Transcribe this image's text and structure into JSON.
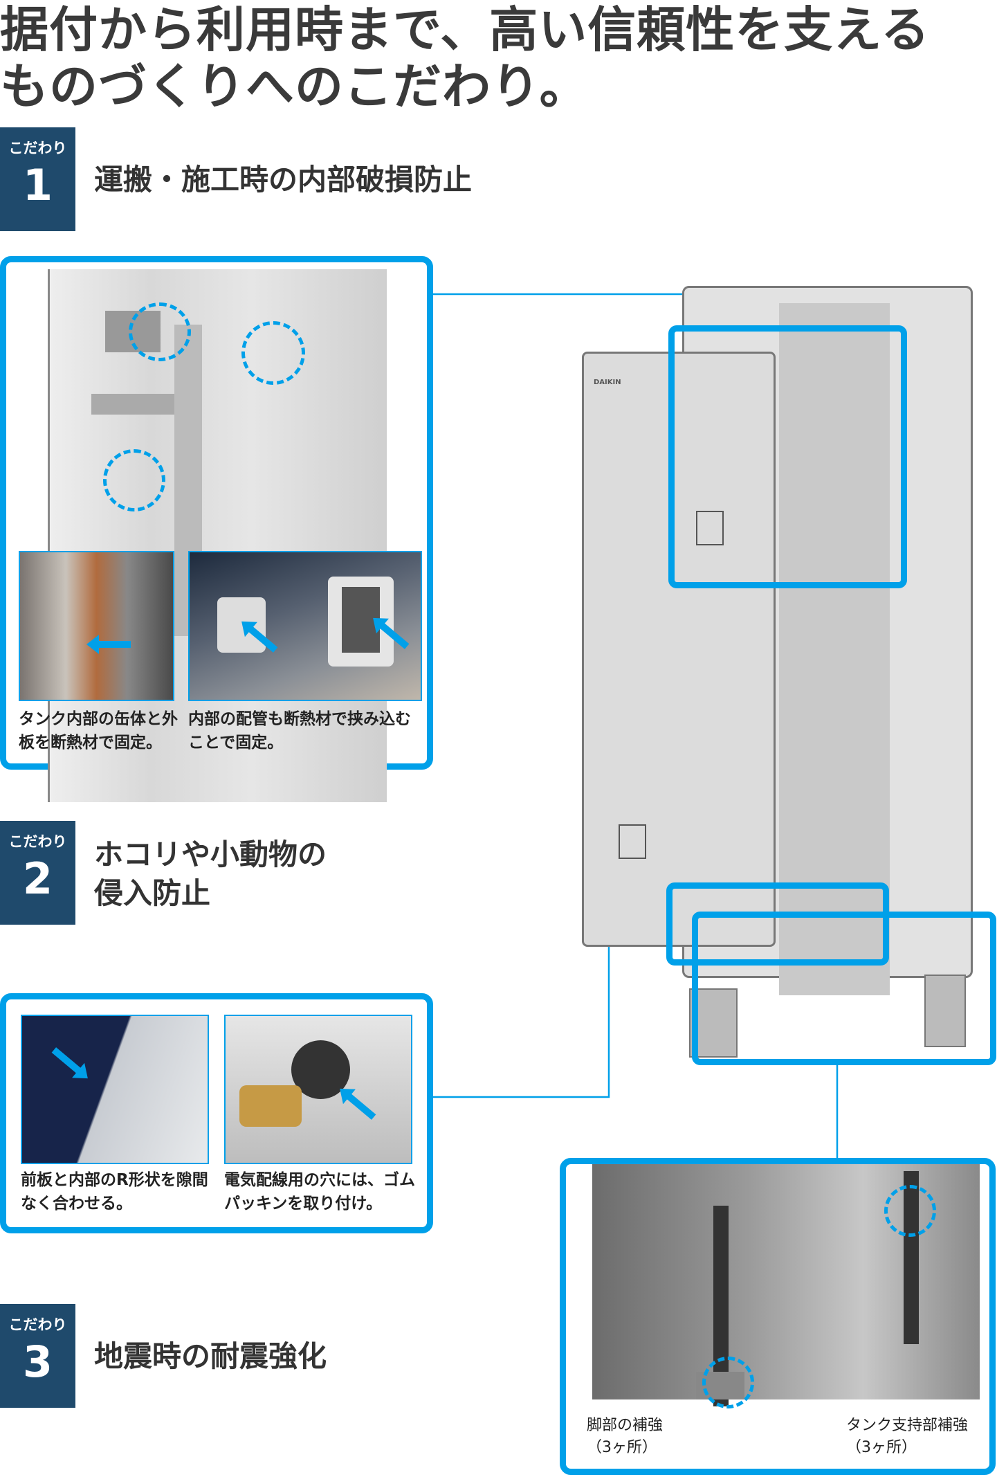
{
  "title": {
    "line1": "据付から利用時まで、高い信頼性を支える",
    "line2": "ものづくりへのこだわり。"
  },
  "sections": [
    {
      "badge_label": "こだわり",
      "badge_number": "1",
      "heading": "運搬・施工時の内部破損防止",
      "captions": [
        "タンク内部の缶体と外板を断熱材で固定。",
        "内部の配管も断熱材で挟み込むことで固定。"
      ]
    },
    {
      "badge_label": "こだわり",
      "badge_number": "2",
      "heading_line1": "ホコリや小動物の",
      "heading_line2": "侵入防止",
      "captions": [
        "前板と内部のR形状を隙間なく合わせる。",
        "電気配線用の穴には、ゴムパッキンを取り付け。"
      ]
    },
    {
      "badge_label": "こだわり",
      "badge_number": "3",
      "heading": "地震時の耐震強化"
    }
  ],
  "product": {
    "brand": "DAIKIN"
  },
  "seismic_labels": [
    {
      "text": "脚部の補強",
      "sub": "（3ヶ所）"
    },
    {
      "text": "タンク支持部補強",
      "sub": "（3ヶ所）"
    }
  ],
  "colors": {
    "accent": "#00a0e9",
    "badge": "#1f4a6c"
  }
}
